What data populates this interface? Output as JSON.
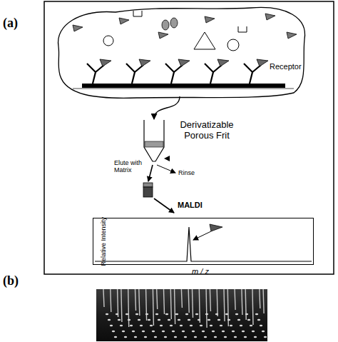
{
  "diagram": {
    "nodes": [
      {
        "text": [
          "Receptor"
        ]
      },
      {
        "text": [
          "Derivatizable Porous Frit"
        ]
      },
      {
        "text": [
          "Relative Intensity",
          "m / z"
        ]
      }
    ],
    "edges": [
      {
        "from": 0,
        "to": 1,
        "arrow": "to"
      }
    ],
    "labels": [
      "(a)",
      "Elute with Matrix",
      "Rinse",
      "MALDI",
      "(b)"
    ]
  }
}
